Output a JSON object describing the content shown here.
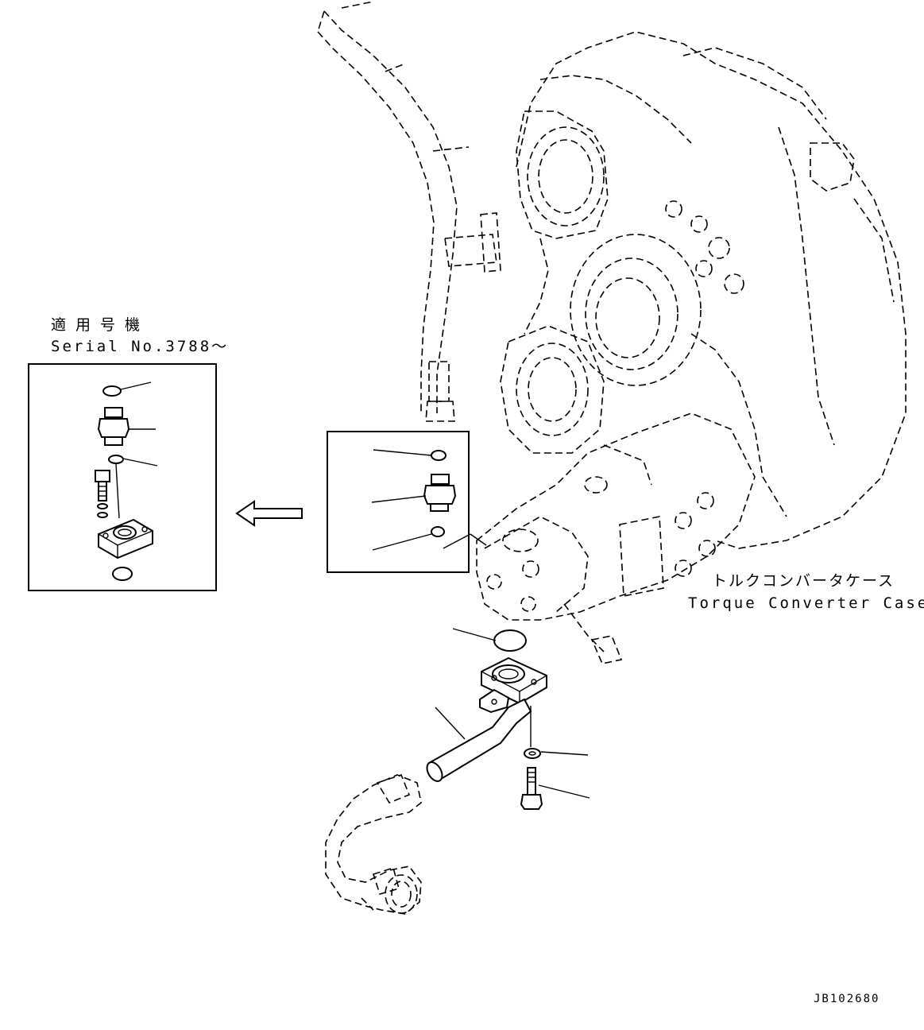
{
  "inset": {
    "applicability_jp": "適用号機",
    "serial_label": "Serial No.3788～"
  },
  "callout": {
    "case_label_jp": "トルクコンバータケース",
    "case_label_en": "Torque Converter Case"
  },
  "drawing_number": "JB102680"
}
